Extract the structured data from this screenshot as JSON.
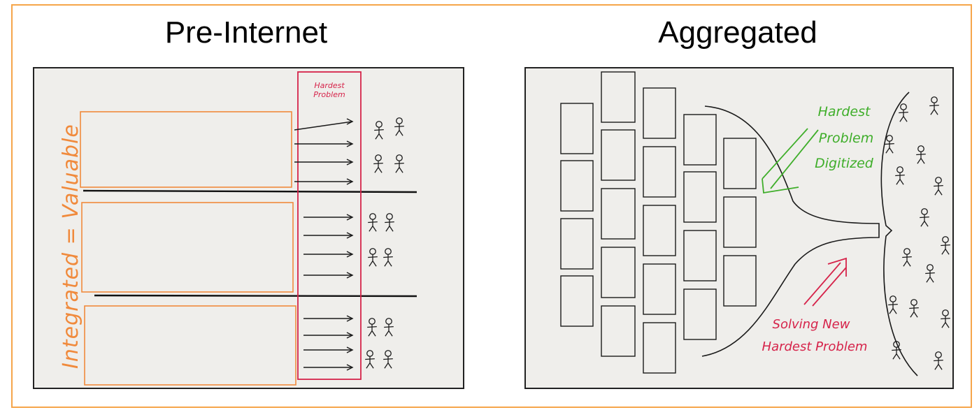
{
  "left": {
    "title": "Pre-Internet",
    "vertical_label": "Integrated = Valuable",
    "column_label_line1": "Hardest",
    "column_label_line2": "Problem"
  },
  "right": {
    "title": "Aggregated",
    "green_label": [
      "Hardest",
      "Problem",
      "Digitized"
    ],
    "red_label": [
      "Solving New",
      "Hardest Problem"
    ]
  },
  "colors": {
    "frame": "#f6a54a",
    "orange": "#f08a3c",
    "red": "#d6234a",
    "green": "#3fae2a",
    "ink": "#1a1a1a",
    "panel_bg": "#efeeeb"
  }
}
